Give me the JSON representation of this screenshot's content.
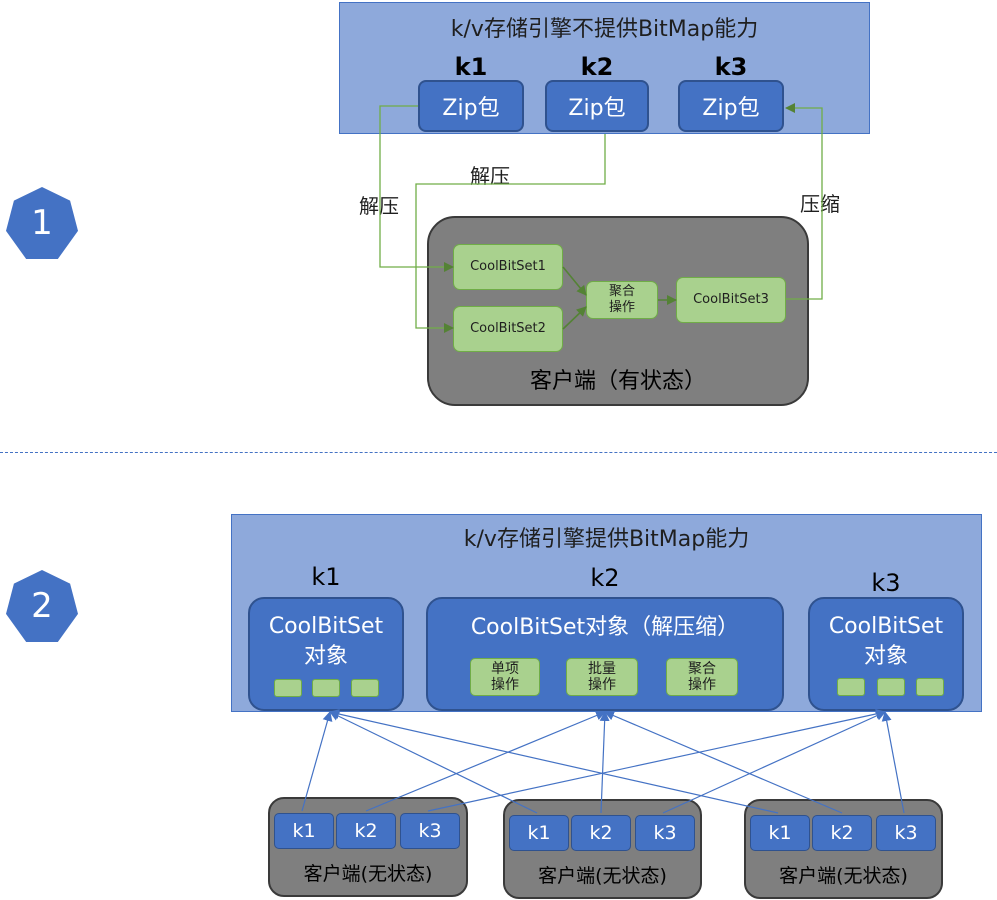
{
  "section1": {
    "number": "1",
    "panel_title": "k/v存储引擎不提供BitMap能力",
    "keys": [
      "k1",
      "k2",
      "k3"
    ],
    "zip_label": "Zip包",
    "edge_labels": {
      "decompress_a": "解压",
      "decompress_b": "解压",
      "compress": "压缩"
    },
    "client_label": "客户端（有状态）",
    "bitsets": [
      "CoolBitSet1",
      "CoolBitSet2",
      "CoolBitSet3"
    ],
    "aggregate_label": "聚合\n操作"
  },
  "section2": {
    "number": "2",
    "panel_title": "k/v存储引擎提供BitMap能力",
    "keys": [
      "k1",
      "k2",
      "k3"
    ],
    "obj_left_title": "CoolBitSet\n对象",
    "obj_mid_title": "CoolBitSet对象（解压缩）",
    "obj_right_title": "CoolBitSet\n对象",
    "ops": [
      "单项\n操作",
      "批量\n操作",
      "聚合\n操作"
    ],
    "client_label": "客户端(无状态)",
    "client_keys": [
      "k1",
      "k2",
      "k3"
    ]
  },
  "colors": {
    "blue": "#4472c4",
    "panel": "#8ea9db",
    "green": "#a9d18e",
    "green_border": "#70ad47",
    "gray": "#7f7f7f",
    "arrow_green": "#548235"
  }
}
